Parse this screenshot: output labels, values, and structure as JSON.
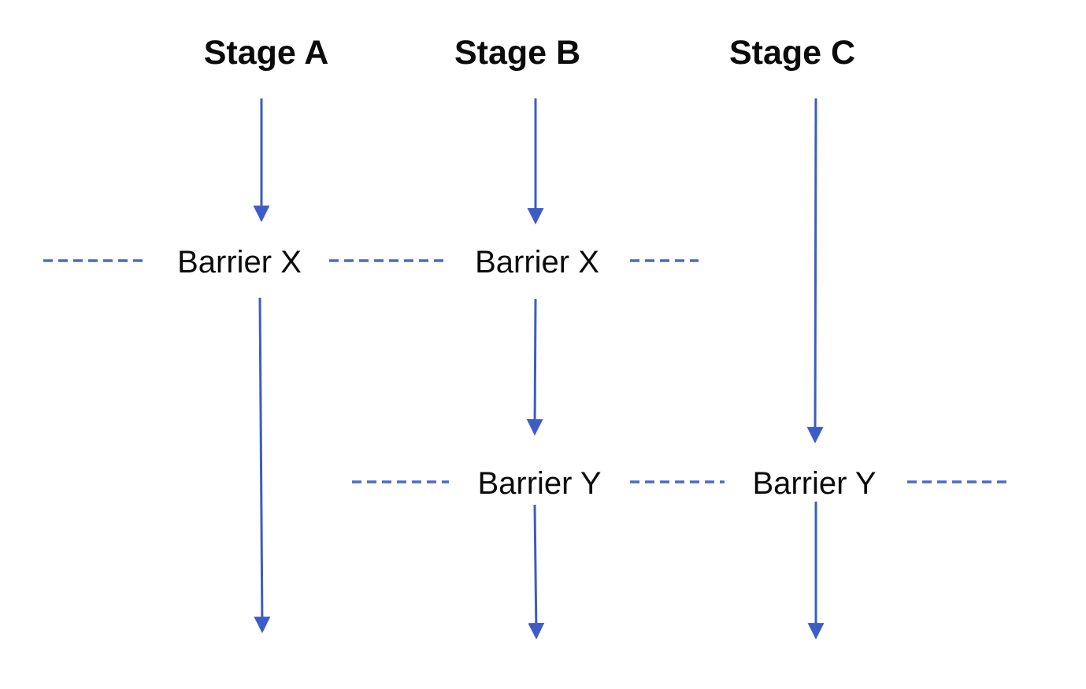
{
  "diagram": {
    "stages": [
      {
        "label": "Stage A"
      },
      {
        "label": "Stage B"
      },
      {
        "label": "Stage C"
      }
    ],
    "barrier_x_label": "Barrier X",
    "barrier_y_label": "Barrier Y",
    "colors": {
      "arrow": "#3d5cc5",
      "dash": "#4a6bc9",
      "label_text": "#0b0b0b",
      "background": "#ffffff"
    }
  }
}
